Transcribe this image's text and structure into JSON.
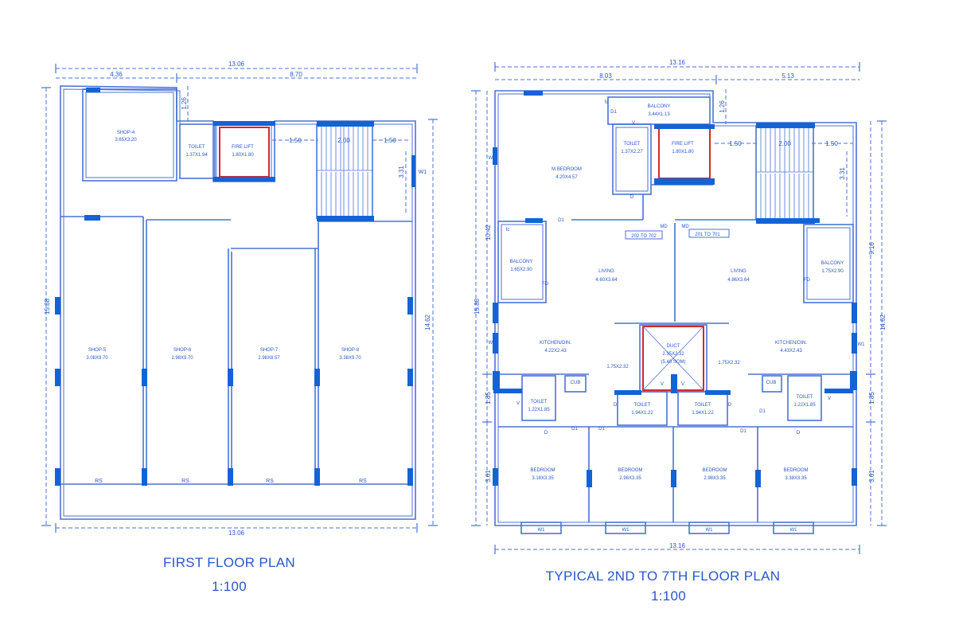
{
  "first_floor": {
    "title": "FIRST FLOOR PLAN",
    "scale": "1:100",
    "dims": {
      "top_total": "13.06",
      "top_left": "4.36",
      "top_right": "8.70",
      "bottom_total": "13.06",
      "left_total": "15.88",
      "right_total": "14.62",
      "toilet_offset": "1.26",
      "stair_gap_left": "1.50",
      "stair_width": "2.00",
      "stair_gap_right": "1.50",
      "stair_depth": "3.31"
    },
    "rooms": {
      "shop4_name": "SHOP-4",
      "shop4_size": "3.65X3.20",
      "toilet_name": "TOILET",
      "toilet_size": "1.37X1.94",
      "lift_name": "FIRE LIFT",
      "lift_size": "1.80X1.80",
      "shop5_name": "SHOP-5",
      "shop5_size": "3.08X9.70",
      "shop6_name": "SHOP-6",
      "shop6_size": "2.98X9.70",
      "shop7_name": "SHOP-7",
      "shop7_size": "2.98X8.57",
      "shop8_name": "SHOP-8",
      "shop8_size": "3.38X9.70"
    },
    "tags": {
      "rs": "RS",
      "w1": "W1"
    }
  },
  "typical_floor": {
    "title": "TYPICAL 2ND TO 7TH FLOOR PLAN",
    "scale": "1:100",
    "dims": {
      "top_total": "13.16",
      "top_left": "8.03",
      "top_right": "5.13",
      "bottom_total": "13.16",
      "left_total": "15.88",
      "left_upper": "10.42",
      "left_mid": "1.85",
      "left_lower": "3.61",
      "right_total": "14.62",
      "right_upper": "9.16",
      "right_mid": "1.85",
      "right_lower": "3.61",
      "balcony_offset": "1.26",
      "stair_gap_left": "1.50",
      "stair_width": "2.00",
      "stair_gap_right": "1.50",
      "stair_depth": "3.31",
      "lobby_left": "1.75X2.32",
      "lobby_right": "1.75X2.32"
    },
    "rooms": {
      "balcony_top_name": "BALCONY",
      "balcony_top_size": "3.44X1.13",
      "mbed_name": "M.BEDROOM",
      "mbed_size": "4.20X4.57",
      "toilet_top_name": "TOILET",
      "toilet_top_size": "1.37X2.27",
      "lift_name": "FIRE LIFT",
      "lift_size": "1.80X1.80",
      "flat_left_tag": "202 TO 702",
      "flat_right_tag": "201 TO 701",
      "balcony_l_name": "BALCONY",
      "balcony_l_size": "1.65X2.90",
      "living_l_name": "LIVING",
      "living_l_size": "4.60X3.64",
      "living_r_name": "LIVING",
      "living_r_size": "4.86X3.64",
      "balcony_r_name": "BALCONY",
      "balcony_r_size": "1.75X2.90",
      "kitchen_l_name": "KITCHEN/DIN.",
      "kitchen_l_size": "4.22X2.43",
      "duct_name": "DUCT",
      "duct_size": "2.35X2.32",
      "duct_area": "(5.40 SQM)",
      "kitchen_r_name": "KITCHEN/DIN.",
      "kitchen_r_size": "4.43X2.43",
      "toilet1_name": "TOILET",
      "toilet1_size": "1.22X1.85",
      "toilet2_name": "TOILET",
      "toilet2_size": "1.94X1.22",
      "toilet3_name": "TOILET",
      "toilet3_size": "1.94X1.22",
      "toilet4_name": "TOILET",
      "toilet4_size": "1.22X1.85",
      "bed1_name": "BEDROOM",
      "bed1_size": "3.18X3.35",
      "bed2_name": "BEDROOM",
      "bed2_size": "2.98X3.35",
      "bed3_name": "BEDROOM",
      "bed3_size": "2.98X3.35",
      "bed4_name": "BEDROOM",
      "bed4_size": "3.38X3.35"
    },
    "tags": {
      "d": "D",
      "d1": "D1",
      "md": "MD",
      "fd": "FD",
      "fc": "fc",
      "v": "V",
      "cub": "CUB",
      "w1": "W1",
      "w2": "W2"
    }
  },
  "colors": {
    "ink": "#2757c9",
    "wall": "#4a72d6",
    "column": "#1463d6",
    "lift": "#d62828"
  }
}
